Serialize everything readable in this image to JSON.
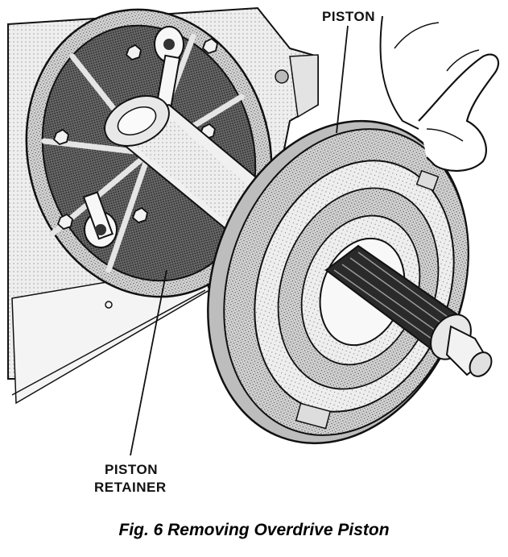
{
  "labels": {
    "piston": "PISTON",
    "retainer_line1": "PISTON",
    "retainer_line2": "RETAINER"
  },
  "caption": "Fig. 6 Removing Overdrive Piston",
  "colors": {
    "ink": "#111111",
    "shade_dark": "#3a3a3a",
    "shade_mid": "#8a8a8a",
    "shade_light": "#c9c9c9",
    "paper": "#ffffff"
  }
}
